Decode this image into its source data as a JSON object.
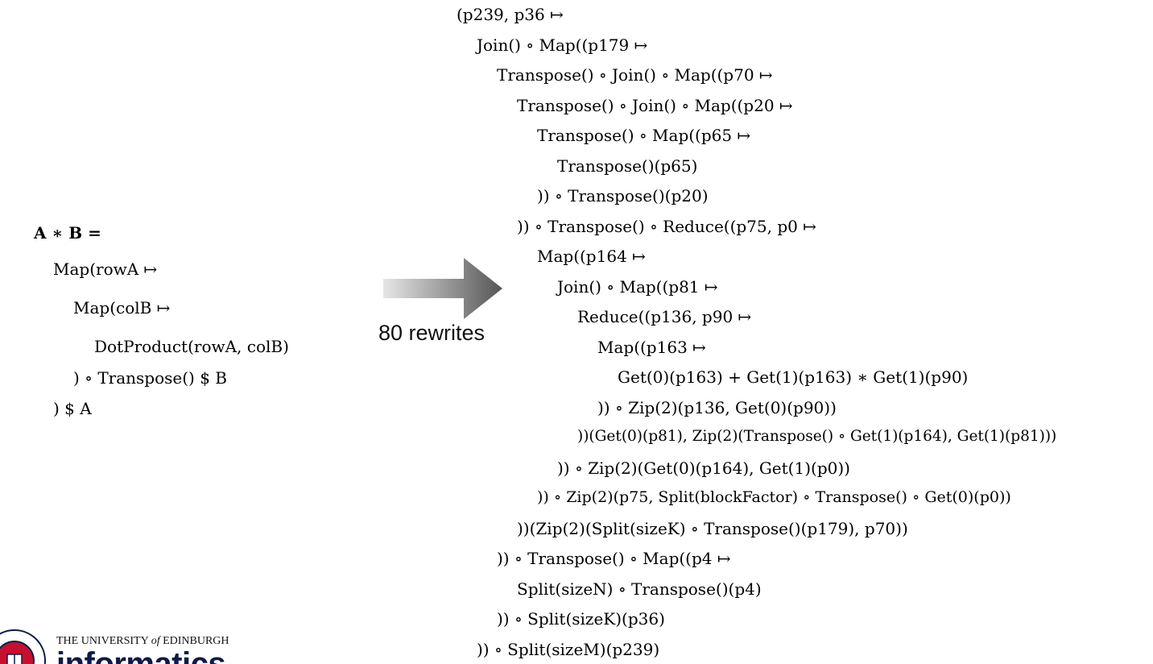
{
  "spec": [
    "A ∗ B =",
    "Map(rowA ↦",
    "Map(colB ↦",
    "DotProduct(rowA, colB)",
    ") ∘ Transpose() $ B",
    ") $ A"
  ],
  "arrow_label": "80 rewrites",
  "rewritten": [
    "(p239, p36 ↦",
    "Join() ∘ Map((p179 ↦",
    "Transpose() ∘ Join() ∘ Map((p70 ↦",
    "Transpose() ∘ Join() ∘ Map((p20 ↦",
    "Transpose() ∘ Map((p65 ↦",
    "Transpose()(p65)",
    ")) ∘ Transpose()(p20)",
    ")) ∘ Transpose() ∘ Reduce((p75, p0 ↦",
    "Map((p164 ↦",
    "Join() ∘ Map((p81 ↦",
    "Reduce((p136, p90 ↦",
    "Map((p163 ↦",
    "Get(0)(p163) + Get(1)(p163) ∗ Get(1)(p90)",
    ")) ∘ Zip(2)(p136, Get(0)(p90))",
    "))(Get(0)(p81), Zip(2)(Transpose() ∘ Get(1)(p164), Get(1)(p81)))",
    ")) ∘ Zip(2)(Get(0)(p164), Get(1)(p0))",
    ")) ∘ Zip(2)(p75, Split(blockFactor) ∘ Transpose() ∘ Get(0)(p0))",
    "))(Zip(2)(Split(sizeK) ∘ Transpose()(p179), p70))",
    ")) ∘ Transpose() ∘ Map((p4 ↦",
    "Split(sizeN) ∘ Transpose()(p4)",
    ")) ∘ Split(sizeK)(p36)",
    ")) ∘ Split(sizeM)(p239)"
  ],
  "logo": {
    "line1_a": "THE UNIVERSITY ",
    "line1_of": "of",
    "line1_b": " EDINBURGH",
    "line2": "informatics"
  },
  "colors": {
    "arrow_light": "#dcdcdc",
    "arrow_dark": "#555555",
    "logo_red": "#c8102e",
    "logo_navy": "#0f1a4a"
  },
  "icons": [
    "right-arrow-icon",
    "university-seal-icon"
  ]
}
